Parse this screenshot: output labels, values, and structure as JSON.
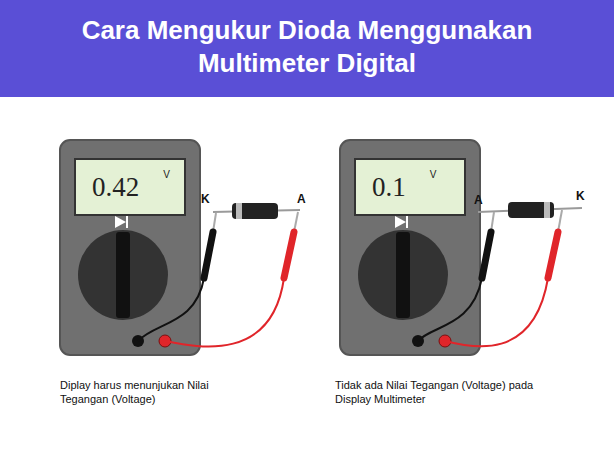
{
  "diagram": {
    "title": "Cara Mengukur Dioda Menggunakan Multimeter Digital",
    "nodes": [
      {
        "text": [
          "0.42",
          "V"
        ]
      },
      {
        "text": [
          "0.1",
          "V"
        ]
      }
    ],
    "labels": [
      "K",
      "A",
      "Diplay harus menunjukan Nilai Tegangan (Voltage)",
      "A",
      "K",
      "Tidak ada Nilai Tegangan (Voltage) pada Display Multimeter"
    ]
  }
}
